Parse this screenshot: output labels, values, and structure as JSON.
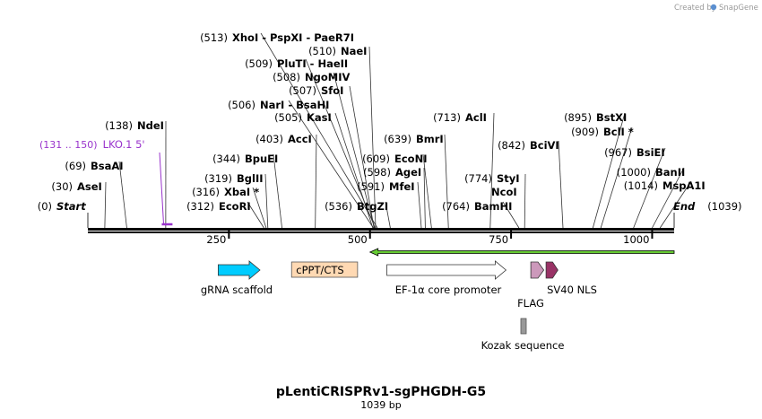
{
  "credit": {
    "text": "Created by",
    "brand": "SnapGene"
  },
  "plasmid": {
    "name": "pLentiCRISPRv1-sgPHGDH-G5",
    "length_label": "1039 bp",
    "length": 1039
  },
  "ruler": {
    "ticks": [
      250,
      500,
      750,
      1000
    ]
  },
  "sites": [
    {
      "pos": "(0)",
      "name": "Start",
      "italic": true,
      "bp": 0
    },
    {
      "pos": "(30)",
      "name": "AseI",
      "bp": 30
    },
    {
      "pos": "(69)",
      "name": "BsaAI",
      "bp": 69
    },
    {
      "pos": "(138)",
      "name": "NdeI",
      "bp": 138
    },
    {
      "pos": "(312)",
      "name": "EcoRI",
      "bp": 312
    },
    {
      "pos": "(316)",
      "name": "XbaI *",
      "bp": 316
    },
    {
      "pos": "(319)",
      "name": "BglII",
      "bp": 319
    },
    {
      "pos": "(344)",
      "name": "BpuEI",
      "bp": 344
    },
    {
      "pos": "(403)",
      "name": "AccI",
      "bp": 403
    },
    {
      "pos": "(505)",
      "name": "KasI",
      "bp": 505
    },
    {
      "pos": "(506)",
      "name": "NarI  - BsaHI",
      "bp": 506
    },
    {
      "pos": "(507)",
      "name": "SfoI",
      "bp": 507
    },
    {
      "pos": "(508)",
      "name": "NgoMIV",
      "bp": 508
    },
    {
      "pos": "(509)",
      "name": "PluTI  - HaeII",
      "bp": 509
    },
    {
      "pos": "(510)",
      "name": "NaeI",
      "bp": 510
    },
    {
      "pos": "(513)",
      "name": "XhoI  - PspXI  - PaeR7I",
      "bp": 513
    },
    {
      "pos": "(536)",
      "name": "BtgZI",
      "bp": 536
    },
    {
      "pos": "(591)",
      "name": "MfeI",
      "bp": 591
    },
    {
      "pos": "(598)",
      "name": "AgeI",
      "bp": 598
    },
    {
      "pos": "(609)",
      "name": "EcoNI",
      "bp": 609
    },
    {
      "pos": "(639)",
      "name": "BmrI",
      "bp": 639
    },
    {
      "pos": "(713)",
      "name": "AclI",
      "bp": 713
    },
    {
      "pos": "(764)",
      "name": "BamHI",
      "bp": 764
    },
    {
      "pos": "(774)",
      "name": "StyI",
      "bp": 774
    },
    {
      "pos": "",
      "name": "NcoI",
      "bp": 774
    },
    {
      "pos": "(842)",
      "name": "BciVI",
      "bp": 842
    },
    {
      "pos": "(895)",
      "name": "BstXI",
      "bp": 895
    },
    {
      "pos": "(909)",
      "name": "BclI *",
      "bp": 909
    },
    {
      "pos": "(967)",
      "name": "BsiEI",
      "bp": 967
    },
    {
      "pos": "(1000)",
      "name": "BanII",
      "bp": 1000
    },
    {
      "pos": "(1014)",
      "name": "MspA1I",
      "bp": 1014
    },
    {
      "pos": "(1039)",
      "name": "End",
      "italic": true,
      "bp": 1039
    }
  ],
  "primer": {
    "range": "(131 .. 150)",
    "name": "LKO.1 5'",
    "color": "#9933cc",
    "start": 131,
    "end": 150
  },
  "features": [
    {
      "name": "gRNA scaffold",
      "color": "#00ccff",
      "start": 231,
      "end": 305,
      "direction": "forward"
    },
    {
      "name": "cPPT/CTS",
      "color": "#ffd9b3",
      "start": 361,
      "end": 478,
      "direction": "none"
    },
    {
      "name": "EF-1α core promoter",
      "color": "#ffffff",
      "start": 530,
      "end": 741,
      "direction": "forward"
    },
    {
      "name": "FLAG",
      "color": "#cc99bb",
      "start": 785,
      "end": 808,
      "direction": "forward"
    },
    {
      "name": "SV40 NLS",
      "color": "#993366",
      "start": 812,
      "end": 833,
      "direction": "forward"
    },
    {
      "name": "Kozak sequence",
      "color": "#999999",
      "start": 785,
      "end": 794,
      "direction": "none"
    }
  ],
  "orf": {
    "color": "#66cc33",
    "start": 500,
    "end": 1039,
    "direction": "reverse"
  },
  "colors": {
    "backbone": "#000000",
    "site_line": "#000000",
    "primer": "#9933cc",
    "credit": "#999999"
  }
}
